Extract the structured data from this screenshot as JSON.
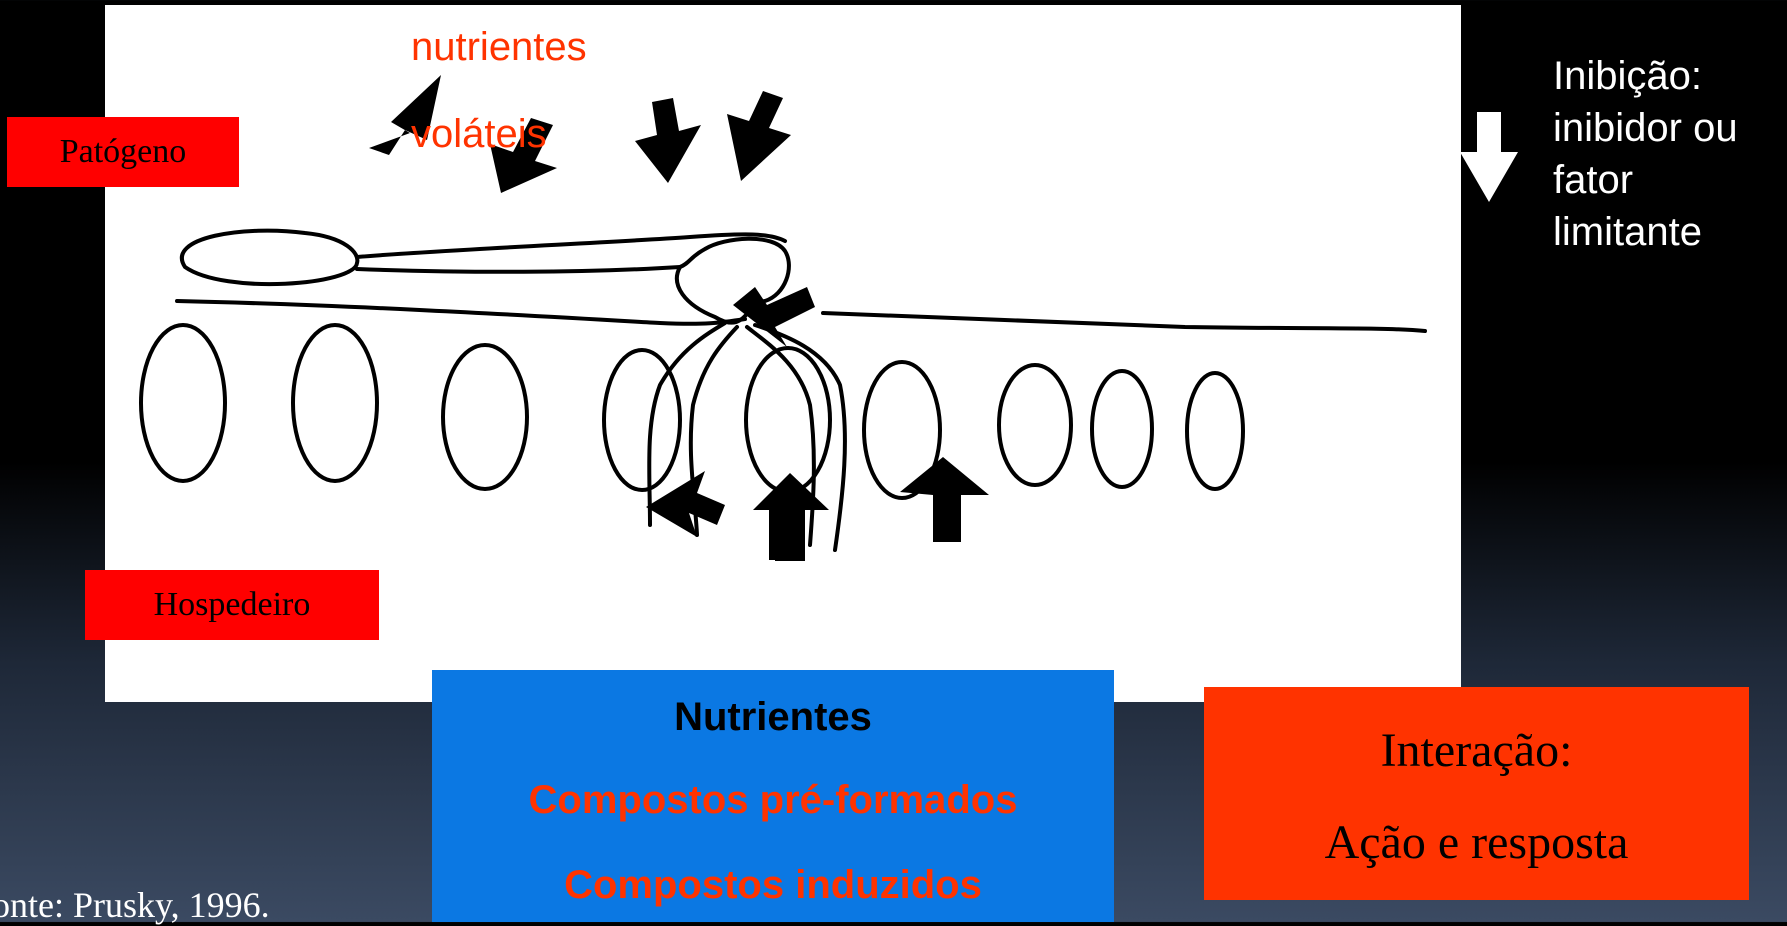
{
  "labels": {
    "nutrientes_top": "nutrientes",
    "volateis": "voláteis",
    "patogeno": "Patógeno",
    "hospedeiro": "Hospedeiro"
  },
  "inhibition": {
    "lines": [
      "Inibição:",
      "inibidor ou",
      "fator",
      "limitante"
    ]
  },
  "blue_box": {
    "line1": "Nutrientes",
    "line2": "Compostos pré-formados",
    "line3": "Compostos induzidos"
  },
  "orange_box": {
    "line1": "Interação:",
    "line2": "Ação e resposta"
  },
  "source": "onte: Prusky, 1996.",
  "colors": {
    "red_text": "#ff3300",
    "label_box": "#ff0000",
    "blue_box": "#0b78e3",
    "orange_box": "#ff3300"
  }
}
